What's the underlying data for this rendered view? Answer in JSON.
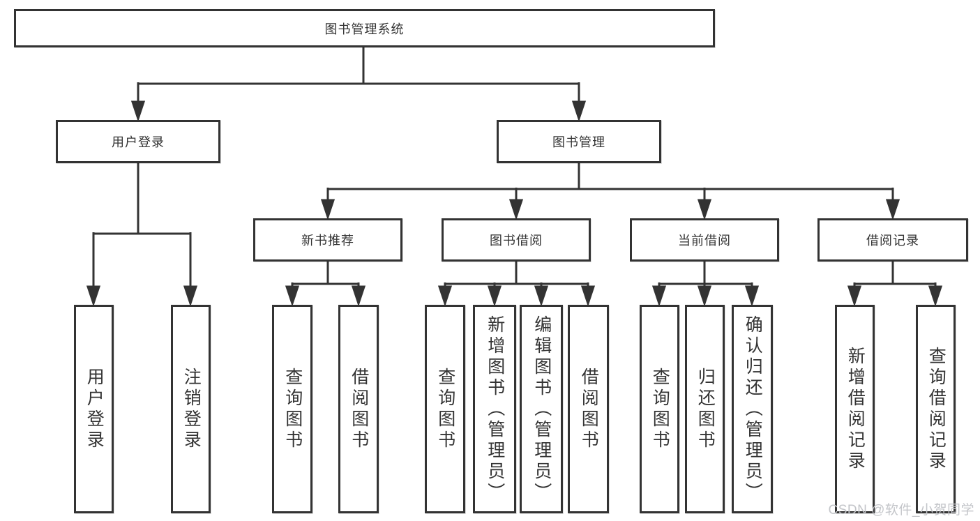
{
  "diagram": {
    "root": {
      "label": "图书管理系统"
    },
    "branches": [
      {
        "label": "用户登录",
        "children": [
          {
            "label": "用户登录"
          },
          {
            "label": "注销登录"
          }
        ]
      },
      {
        "label": "图书管理",
        "children": [
          {
            "label": "新书推荐",
            "children": [
              {
                "label": "查询图书"
              },
              {
                "label": "借阅图书"
              }
            ]
          },
          {
            "label": "图书借阅",
            "children": [
              {
                "label": "查询图书"
              },
              {
                "label": "新增图书（管理员）"
              },
              {
                "label": "编辑图书（管理员）"
              },
              {
                "label": "借阅图书"
              }
            ]
          },
          {
            "label": "当前借阅",
            "children": [
              {
                "label": "查询图书"
              },
              {
                "label": "归还图书"
              },
              {
                "label": "确认归还（管理员）"
              }
            ]
          },
          {
            "label": "借阅记录",
            "children": [
              {
                "label": "新增借阅记录"
              },
              {
                "label": "查询借阅记录"
              }
            ]
          }
        ]
      }
    ]
  },
  "watermark": {
    "text": "CSDN @软件_小贺同学"
  },
  "colors": {
    "line": "#333333",
    "text": "#333333",
    "box_background": "#ffffff",
    "watermark": "#c3c5c9"
  }
}
